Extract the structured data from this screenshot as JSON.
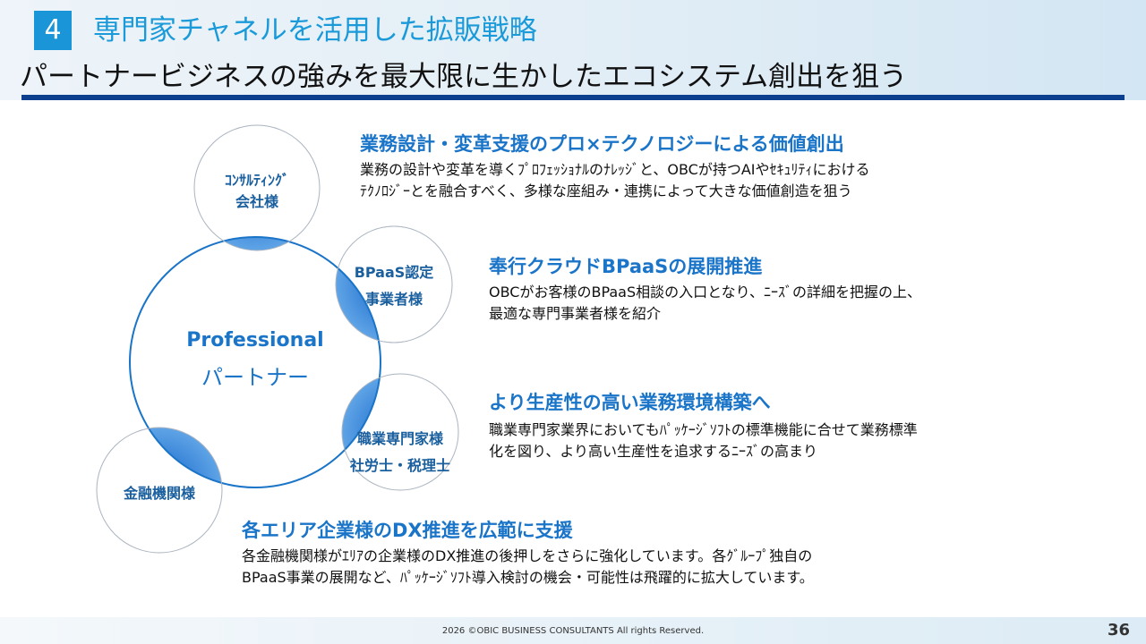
{
  "header": {
    "section_number": "4",
    "section_title": "専門家チャネルを活用した拡販戦略",
    "title": "パートナービジネスの強みを最大限に生かしたエコシステム創出を狙う"
  },
  "diagram": {
    "center_line1": "Professional",
    "center_line2": "パートナー",
    "nodes": [
      {
        "line1": "ｺﾝｻﾙﾃｨﾝｸﾞ",
        "line2": "会社様"
      },
      {
        "line1": "BPaaS認定",
        "line2": "事業者様"
      },
      {
        "line1": "職業専門家様",
        "line2": "社労士・税理士"
      },
      {
        "line1": "金融機関様",
        "line2": ""
      }
    ]
  },
  "points": [
    {
      "heading": "業務設計・変革支援のプロ×テクノロジーによる価値創出",
      "lines": [
        "業務の設計や変革を導くﾌﾟﾛﾌｪｯｼｮﾅﾙのﾅﾚｯｼﾞと、OBCが持つAIやｾｷｭﾘﾃｨにおける",
        "ﾃｸﾉﾛｼﾞｰとを融合すべく、多様な座組み・連携によって大きな価値創造を狙う"
      ]
    },
    {
      "heading": "奉行クラウドBPaaSの展開推進",
      "lines": [
        "OBCがお客様のBPaaS相談の入口となり、ﾆｰｽﾞの詳細を把握の上、",
        "最適な専門事業者様を紹介"
      ]
    },
    {
      "heading": "より生産性の高い業務環境構築へ",
      "lines": [
        "職業専門家業界においてもﾊﾟｯｹｰｼﾞｿﾌﾄの標準機能に合せて業務標準",
        "化を図り、より高い生産性を追求するﾆｰｽﾞの高まり"
      ]
    },
    {
      "heading": "各エリア企業様のDX推進を広範に支援",
      "lines": [
        "各金融機関様がｴﾘｱの企業様のDX推進の後押しをさらに強化しています。各ｸﾞﾙｰﾌﾟ独自の",
        "BPaaS事業の展開など、ﾊﾟｯｹｰｼﾞｿﾌﾄ導入検討の機会・可能性は飛躍的に拡大しています。"
      ]
    }
  ],
  "footer": {
    "copyright": "2026 ©OBIC BUSINESS CONSULTANTS All rights Reserved.",
    "page": "36"
  },
  "colors": {
    "accent": "#1a96d8",
    "heading": "#1a74c8",
    "rule": "#0c3f8e"
  }
}
